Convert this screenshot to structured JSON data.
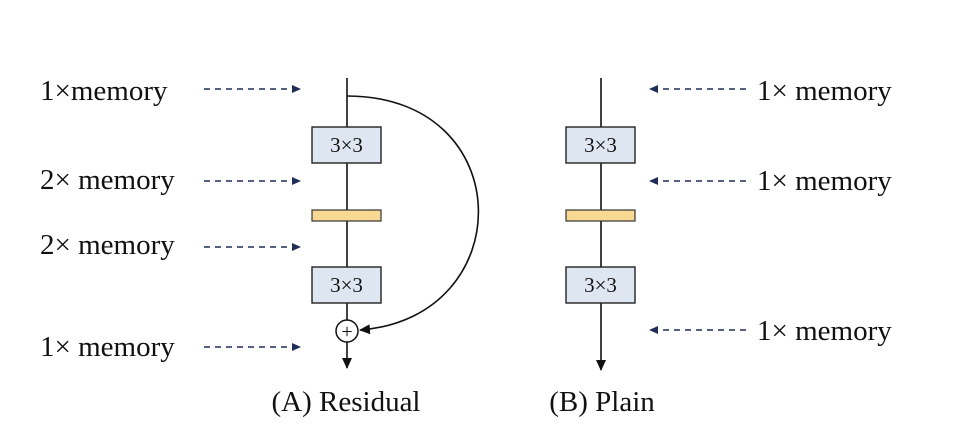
{
  "residual": {
    "caption": "(A) Residual",
    "conv1": "3×3",
    "conv2": "3×3",
    "plus": "+",
    "memory_labels": [
      "1×memory",
      "2× memory",
      "2× memory",
      "1× memory"
    ]
  },
  "plain": {
    "caption": "(B) Plain",
    "conv1": "3×3",
    "conv2": "3×3",
    "memory_labels": [
      "1× memory",
      "1× memory",
      "1× memory"
    ]
  },
  "colors": {
    "conv_fill": "#dde6f1",
    "norm_fill": "#f9d893",
    "arrow_color": "#1f2d57"
  }
}
